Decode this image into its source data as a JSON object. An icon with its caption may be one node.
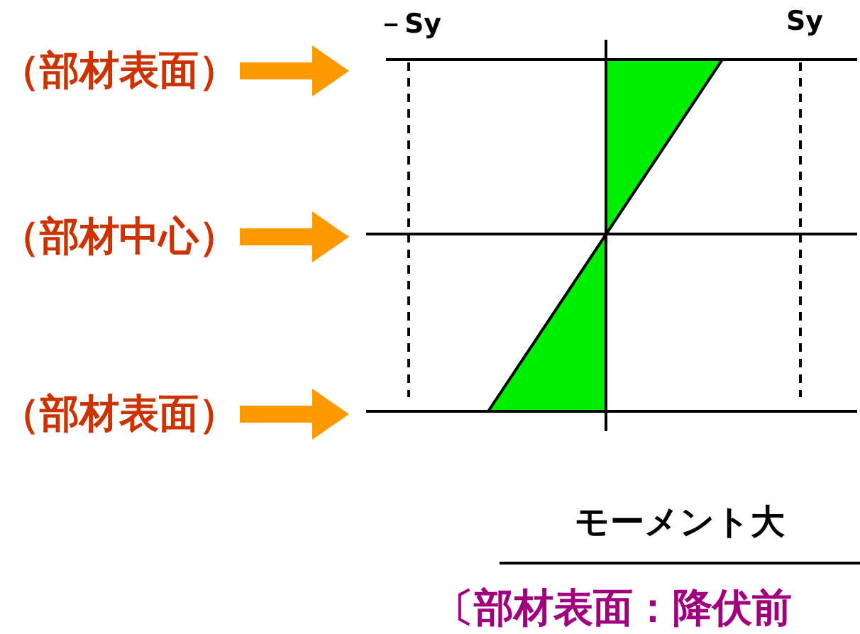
{
  "diagram": {
    "nodes": [
      {
        "text": [
          "（部材表面）"
        ]
      },
      {
        "text": [
          "（部材中心）"
        ]
      },
      {
        "text": [
          "（部材表面）"
        ]
      }
    ],
    "edges": [
      {
        "from": 0,
        "to": null,
        "arrow": "to",
        "color": "#ff9900"
      },
      {
        "from": 1,
        "to": null,
        "arrow": "to",
        "color": "#ff9900"
      },
      {
        "from": 2,
        "to": null,
        "arrow": "to",
        "color": "#ff9900"
      }
    ],
    "labels": [
      "－Sy",
      "Sy",
      "モーメント大",
      "〔部材表面：降伏前"
    ]
  }
}
